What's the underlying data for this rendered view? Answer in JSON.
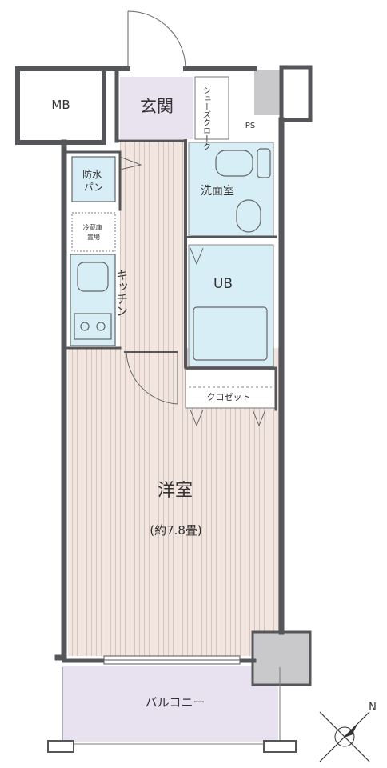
{
  "rooms": {
    "mb": "MB",
    "genkan": "玄関",
    "shoes": "シューズクローク",
    "ps": "PS",
    "bosui_pan": [
      "防水",
      "パン"
    ],
    "senmenshitsu": "洗面室",
    "reizouko": [
      "冷蔵庫",
      "置場"
    ],
    "kitchen": "キッチン",
    "ub": "UB",
    "closet": "クロゼット",
    "youshitsu": "洋室",
    "area": "(約7.8畳)",
    "balcony": "バルコニー"
  },
  "compass": {
    "north": "N"
  },
  "colors": {
    "wall": "#55565a",
    "floor_wood": "#f2e6e1",
    "floor_stripe": "#d8c2bc",
    "wet_area": "#d8eef6",
    "genkan": "#e9e3ef",
    "balcony": "#e7e1f0",
    "mb_gray": "#c9c9cb",
    "line": "#666666"
  }
}
